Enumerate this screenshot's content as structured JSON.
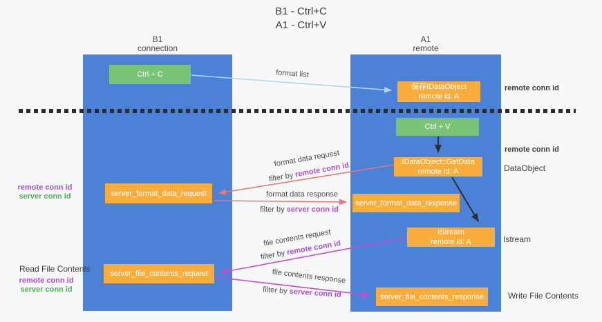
{
  "title": {
    "line1": "B1 - Ctrl+C",
    "line2": "A1 - Ctrl+V"
  },
  "columns": {
    "b1": {
      "title": "B1",
      "subtitle": "connection"
    },
    "a1": {
      "title": "A1",
      "subtitle": "remote"
    }
  },
  "nodes": {
    "ctrl_c": {
      "label": "Ctrl + C"
    },
    "ctrl_v": {
      "label": "Ctrl + V"
    },
    "save_idataobject": {
      "line1": "保存IDataObject",
      "line2": "remote id: A"
    },
    "getdata": {
      "line1": "IDataObject::GetData",
      "line2": "remote id: A"
    },
    "istream": {
      "line1": "IStream",
      "line2": "remote id: A"
    },
    "server_format_data_request": {
      "label": "server_format_data_request"
    },
    "server_format_data_response": {
      "label": "server_format_data_response"
    },
    "server_file_contents_request": {
      "label": "server_file_contents_request"
    },
    "server_file_contents_response": {
      "label": "server_file_contents_response"
    }
  },
  "edge_labels": {
    "format_list": "format list",
    "format_data_request": "format data request",
    "format_data_response": "format data response",
    "file_contents_request": "file contents request",
    "file_contents_response": "file contents response",
    "filter_by": "filter by"
  },
  "side_labels": {
    "remote_conn_id": "remote conn id",
    "server_conn_id": "server conn id",
    "data_object": "DataObject",
    "istream": "Istream",
    "read_file_contents": "Read File Contents",
    "write_file_contents": "Write File Contents"
  },
  "colors": {
    "background": "#f7f8f9",
    "column_blue": "#4c81d8",
    "node_orange": "#f9ad3d",
    "node_green": "#7ac47a",
    "arrow_light_blue": "#aed6f1",
    "arrow_red": "#e8766e",
    "arrow_magenta": "#c94bc9",
    "arrow_black": "#2f2f2f",
    "remote_conn_id_purple": "#ab4fc8",
    "server_conn_id_green": "#53ae56"
  }
}
